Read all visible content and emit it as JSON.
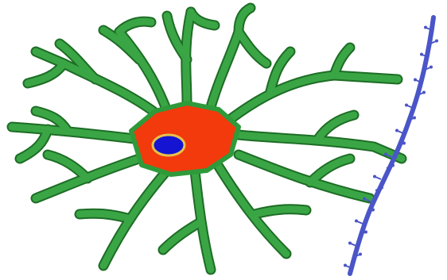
{
  "diagram": {
    "kind": "astrocyte-neuron illustration",
    "parts": [
      {
        "name": "nucleus",
        "color": "#1414d2",
        "outline": "#e8c24a"
      },
      {
        "name": "cell-body",
        "color": "#f23a0c",
        "outline": "#2e9a3a"
      },
      {
        "name": "processes",
        "color": "#3aa544",
        "outline": "#1d6d26"
      },
      {
        "name": "blood-vessel-fiber",
        "color": "#4a55c8"
      }
    ]
  }
}
